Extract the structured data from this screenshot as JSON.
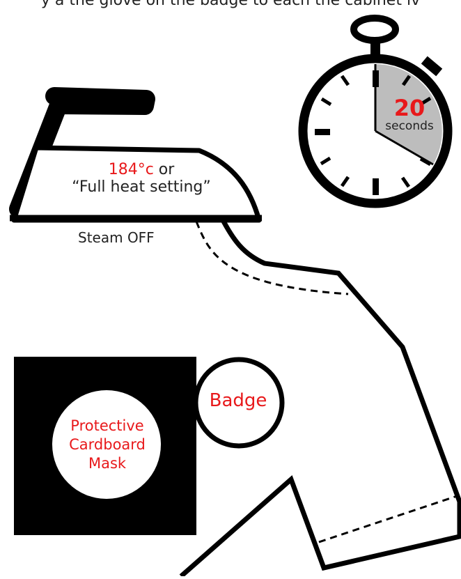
{
  "colors": {
    "accent": "#e8191b",
    "stroke": "#000000",
    "timer_fill": "#bdbdbd"
  },
  "header": {
    "text": "y a the glove on the badge to each the cabinet lv"
  },
  "iron": {
    "temperature_value": "184°c",
    "temperature_suffix": " or",
    "heat_setting": "“Full heat setting”",
    "steam": "Steam OFF",
    "icon": "iron-icon"
  },
  "timer": {
    "value": "20",
    "unit": "seconds",
    "icon": "stopwatch-icon"
  },
  "badge": {
    "label": "Badge"
  },
  "mask": {
    "line1": "Protective",
    "line2": "Cardboard",
    "line3": "Mask"
  },
  "shirt": {
    "icon": "tshirt-outline"
  }
}
